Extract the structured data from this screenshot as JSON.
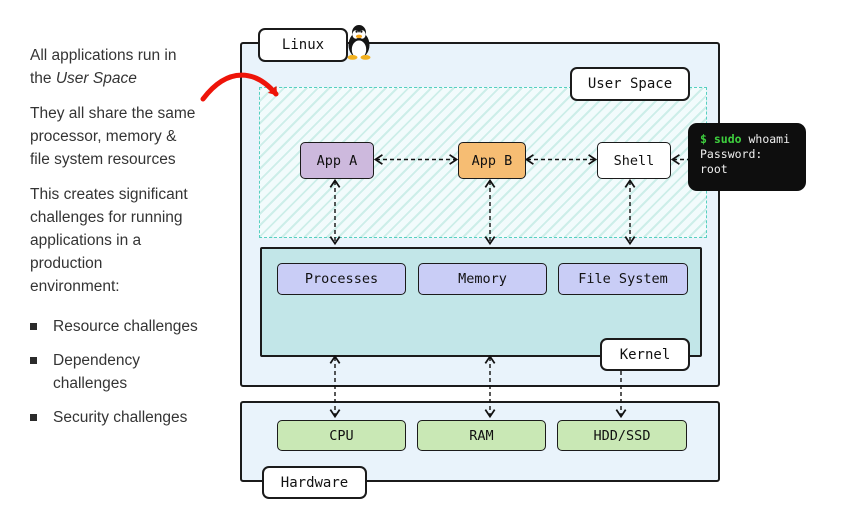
{
  "left_panel": {
    "para1_text": "All applications run in the ",
    "para1_italic": "User Space",
    "para2": "They all share the same\nprocessor, memory &\nfile system resources",
    "para3": "This creates significant\nchallenges for running\napplications in a\nproduction\nenvironment:",
    "bullets": [
      "Resource challenges",
      "Dependency\nchallenges",
      "Security challenges"
    ]
  },
  "diagram": {
    "os_label": "Linux",
    "user_space_label": "User Space",
    "kernel_label": "Kernel",
    "hardware_label": "Hardware",
    "apps": {
      "app_a": "App A",
      "app_b": "App B",
      "shell": "Shell"
    },
    "kernel_items": [
      "Processes",
      "Memory",
      "File System"
    ],
    "hardware_items": [
      "CPU",
      "RAM",
      "HDD/SSD"
    ],
    "terminal": {
      "prompt": "$ sudo",
      "command": " whoami",
      "line2": "Password:",
      "line3": "root"
    },
    "icons": {
      "tux": "tux-penguin-icon"
    },
    "colors": {
      "app_a_bg": "#cdb9dd",
      "app_b_bg": "#f6bd73",
      "shell_bg": "#ffffff",
      "kernel_panel_bg": "#c2e6e8",
      "kernel_item_bg": "#c9cdf6",
      "hardware_item_bg": "#c9e8b5",
      "layer_bg": "#e9f3fb",
      "userspace_dash": "#56d0c0",
      "terminal_bg": "#0e0e0e",
      "terminal_green": "#3ecf3e",
      "annotation_arrow_red": "#ee1409"
    }
  }
}
